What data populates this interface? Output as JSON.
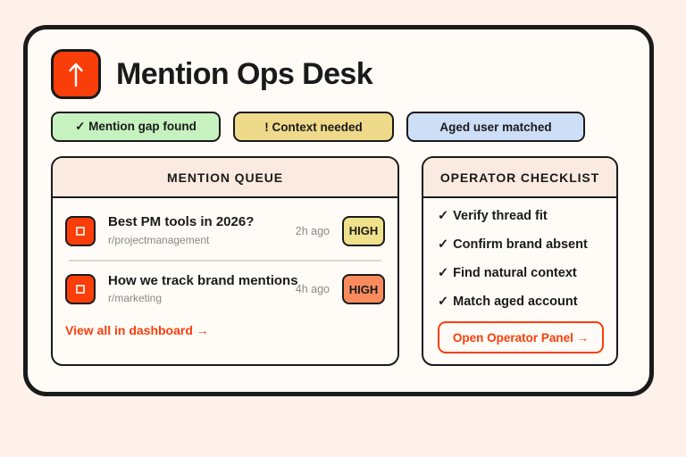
{
  "header": {
    "logo_icon": "up-arrow-icon",
    "title": "Mention Ops Desk"
  },
  "badges": [
    {
      "label": "✓ Mention gap found",
      "color": "#C6F2C0"
    },
    {
      "label": "! Context needed",
      "color": "#EFD98A"
    },
    {
      "label": "Aged user matched",
      "color": "#CDDEF7"
    }
  ],
  "queue_panel": {
    "title": "MENTION QUEUE",
    "rows": [
      {
        "thumb_icon": "square-outline-icon",
        "title": "Best PM tools in 2026?",
        "subreddit": "r/projectmanagement",
        "time": "2h ago",
        "priority": "HIGH",
        "priority_color": "#EFE08A"
      },
      {
        "thumb_icon": "square-outline-icon",
        "title": "How we track brand mentions",
        "subreddit": "r/marketing",
        "time": "4h ago",
        "priority": "HIGH",
        "priority_color": "#FA8B5C"
      }
    ],
    "link": "View all in dashboard →"
  },
  "checklist_panel": {
    "title": "OPERATOR CHECKLIST",
    "items": [
      {
        "mark": "✓",
        "label": "Verify thread fit"
      },
      {
        "mark": "✓",
        "label": "Confirm brand absent"
      },
      {
        "mark": "✓",
        "label": "Find natural context"
      },
      {
        "mark": "✓",
        "label": "Match aged account"
      }
    ],
    "cta": "Open Operator Panel →"
  },
  "colors": {
    "accent": "#FA3E0A",
    "ink": "#1A1A1A",
    "page_bg": "#FDF1EA",
    "card_bg": "#FFFBF7",
    "panel_head_bg": "#FAEADF",
    "muted_text": "#8A8A85"
  }
}
